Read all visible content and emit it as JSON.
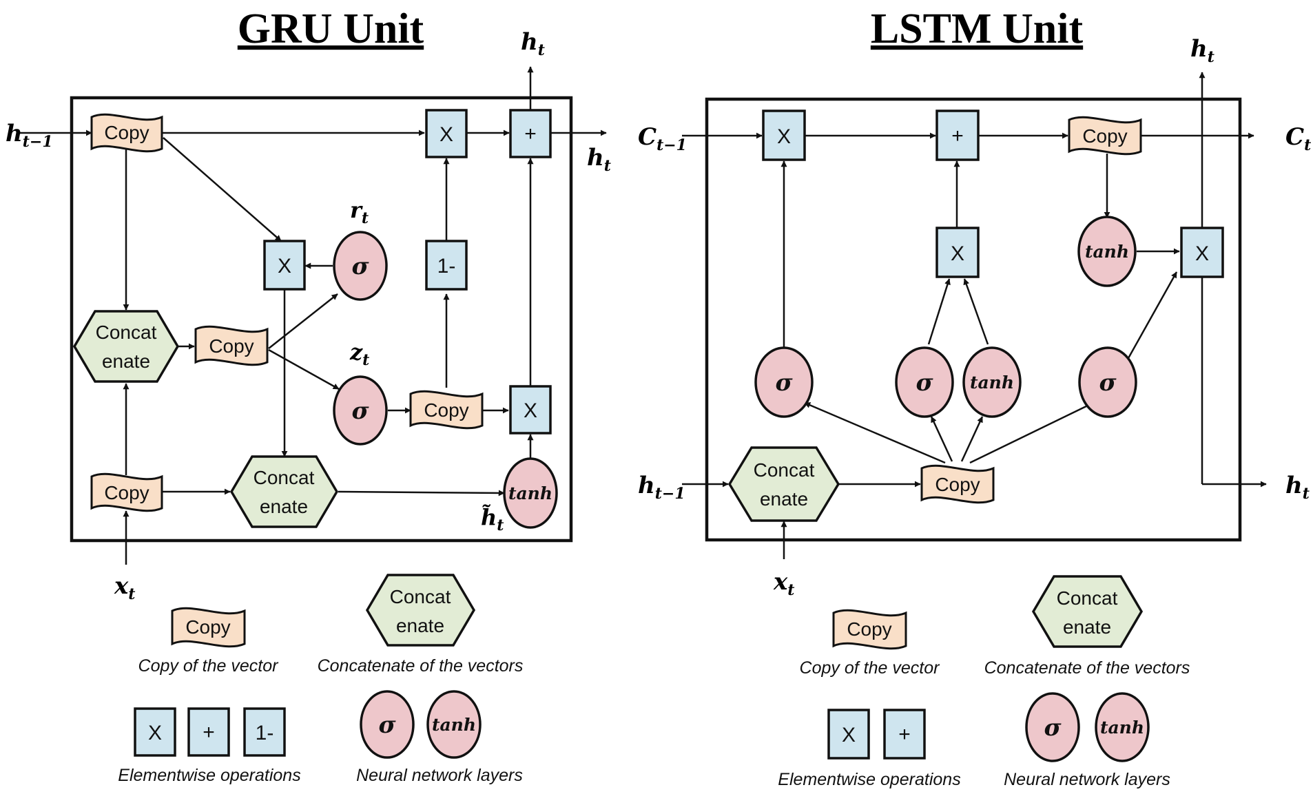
{
  "gru": {
    "title": "GRU Unit",
    "inputs": {
      "h_prev": "h",
      "h_prev_sub": "t−1",
      "x": "x",
      "x_sub": "t"
    },
    "outputs": {
      "h_top": "h",
      "h_top_sub": "t",
      "h_right": "h",
      "h_right_sub": "t"
    },
    "labels": {
      "r": "r",
      "r_sub": "t",
      "z": "z",
      "z_sub": "t",
      "h_tilde": "h̃",
      "h_tilde_sub": "t"
    },
    "nodes": {
      "copy": "Copy",
      "concat_1": "Concat",
      "concat_2": "enate",
      "mult": "X",
      "plus": "+",
      "one_minus": "1-",
      "sigma": "σ",
      "tanh": "tanh"
    },
    "legend": {
      "copy_label": "Copy",
      "copy_caption": "Copy of the vector",
      "concat_label_1": "Concat",
      "concat_label_2": "enate",
      "concat_caption": "Concatenate of the vectors",
      "ops": [
        "X",
        "+",
        "1-"
      ],
      "ops_caption": "Elementwise operations",
      "layers": [
        "σ",
        "tanh"
      ],
      "layers_caption": "Neural network layers"
    }
  },
  "lstm": {
    "title": "LSTM Unit",
    "inputs": {
      "c_prev": "C",
      "c_prev_sub": "t−1",
      "h_prev": "h",
      "h_prev_sub": "t−1",
      "x": "x",
      "x_sub": "t"
    },
    "outputs": {
      "c": "C",
      "c_sub": "t",
      "h_top": "h",
      "h_top_sub": "t",
      "h_right": "h",
      "h_right_sub": "t"
    },
    "nodes": {
      "copy": "Copy",
      "concat_1": "Concat",
      "concat_2": "enate",
      "mult": "X",
      "plus": "+",
      "sigma": "σ",
      "tanh": "tanh"
    },
    "legend": {
      "copy_label": "Copy",
      "copy_caption": "Copy of the vector",
      "concat_label_1": "Concat",
      "concat_label_2": "enate",
      "concat_caption": "Concatenate of the vectors",
      "ops": [
        "X",
        "+"
      ],
      "ops_caption": "Elementwise operations",
      "layers": [
        "σ",
        "tanh"
      ],
      "layers_caption": "Neural network layers"
    }
  }
}
